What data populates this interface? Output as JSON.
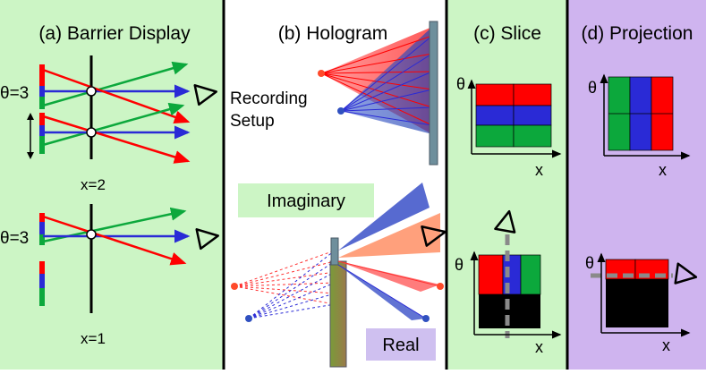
{
  "panels": {
    "barrier": {
      "title": "(a) Barrier Display",
      "theta_top": "θ=3",
      "x_top": "x=2",
      "theta_bottom": "θ=3",
      "x_bottom": "x=1",
      "bg": "#ccf5c5"
    },
    "hologram": {
      "title": "(b) Hologram",
      "recording_line1": "Recording",
      "recording_line2": "Setup",
      "imaginary": "Imaginary",
      "real": "Real",
      "bg": "#ffffff",
      "imaginary_bg": "#ccf5c5",
      "real_bg": "#cfc0f0"
    },
    "slice": {
      "title": "(c) Slice",
      "axis_theta_top": "θ",
      "axis_x_top": "x",
      "axis_theta_bottom": "θ",
      "axis_x_bottom": "x",
      "bg": "#ccf5c5"
    },
    "projection": {
      "title": "(d) Projection",
      "axis_theta_top": "θ",
      "axis_x_top": "x",
      "axis_theta_bottom": "θ",
      "axis_x_bottom": "x",
      "bg": "#cfb4ef"
    }
  },
  "colors": {
    "red": "#ff0000",
    "green": "#0ca83c",
    "blue": "#2a2ad6",
    "gray_dash": "#8a8a8a",
    "frame": "#5e7e8c"
  },
  "icons": [
    "eye-icon",
    "point-source-icon"
  ]
}
